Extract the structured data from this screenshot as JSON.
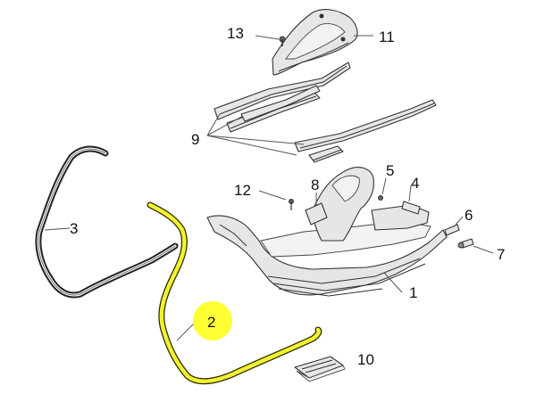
{
  "callouts": {
    "c1": "1",
    "c2": "2",
    "c3": "3",
    "c4": "4",
    "c5": "5",
    "c6": "6",
    "c7": "7",
    "c8": "8",
    "c9": "9",
    "c10": "10",
    "c11": "11",
    "c12": "12",
    "c13": "13"
  },
  "colors": {
    "highlight": "#ffff33",
    "highlight_part": "#f2f230",
    "line": "#333333",
    "part_fill": "#e6e6e6"
  },
  "highlighted_part": "2"
}
